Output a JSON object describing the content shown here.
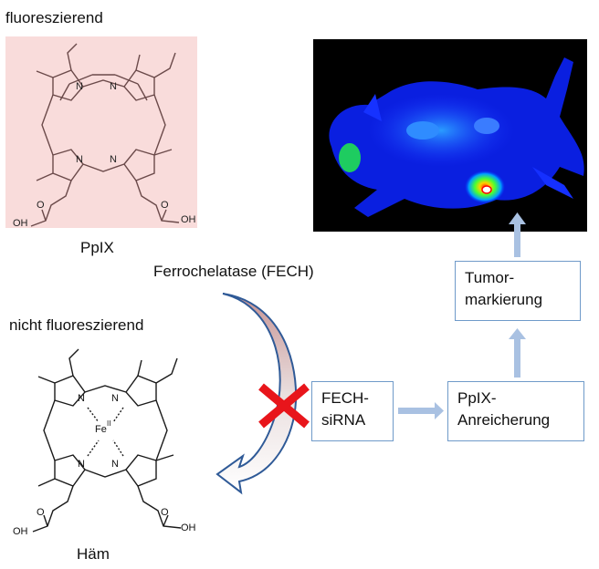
{
  "labels": {
    "fluorescent": "fluoreszierend",
    "ppix": "PpIX",
    "enzyme": "Ferrochelatase (FECH)",
    "non_fluorescent": "nicht fluoreszierend",
    "heme": "Häm"
  },
  "boxes": {
    "sirna": [
      "FECH-",
      "siRNA"
    ],
    "accumulation": [
      "PpIX-",
      "Anreicherung"
    ],
    "marking": [
      "Tumor-",
      "markierung"
    ]
  },
  "structures": {
    "ppix_atoms": [
      "N",
      "N",
      "N",
      "N",
      "OH",
      "OH",
      "O",
      "O"
    ],
    "heme_atoms": [
      "N",
      "N",
      "N",
      "N",
      "Fe",
      "II",
      "OH",
      "OH",
      "O",
      "O"
    ]
  },
  "colors": {
    "ppix_background": "#f9dcdb",
    "box_border": "#6f9ac9",
    "flow_arrow": "#a9c1e2",
    "block_cross": "#e8151b",
    "imaging_background": "#000000"
  }
}
